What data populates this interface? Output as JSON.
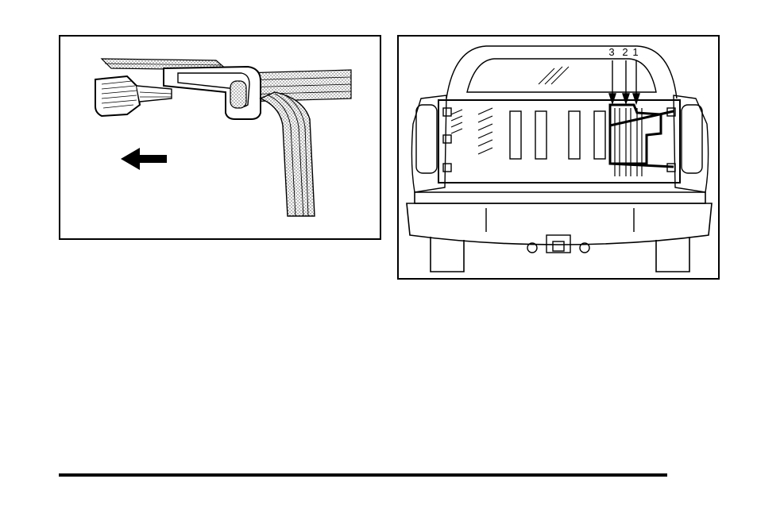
{
  "figures": {
    "left": {
      "subject": "strap-buckle-illustration",
      "arrow": "left-arrow-icon"
    },
    "right": {
      "subject": "pickup-tailgate-illustration",
      "callouts": [
        "3",
        "2",
        "1"
      ]
    }
  },
  "colors": {
    "ink": "#000000",
    "paper": "#ffffff"
  }
}
